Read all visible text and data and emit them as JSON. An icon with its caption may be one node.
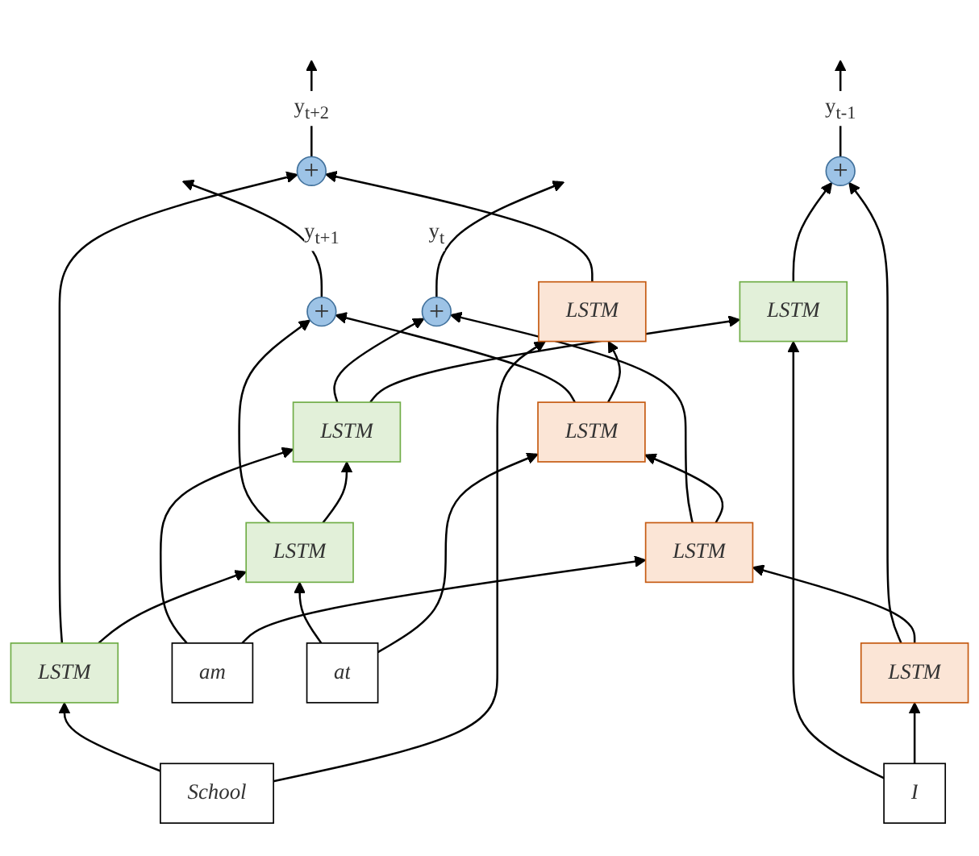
{
  "diagram": {
    "nodes": [
      {
        "text": [
          "+"
        ],
        "beside": [
          "y$_{t-1}$"
        ]
      },
      {
        "text": [
          "+"
        ],
        "beside": [
          "y$_{t}$"
        ]
      },
      {
        "text": [
          "+"
        ],
        "beside": [
          "y$_{t+1}$"
        ]
      },
      {
        "text": [
          "+"
        ],
        "beside": [
          "y$_{t+2}$"
        ]
      },
      {
        "text": [
          "LSTM"
        ]
      },
      {
        "text": [
          "LSTM"
        ]
      },
      {
        "text": [
          "LSTM"
        ]
      },
      {
        "text": [
          "LSTM"
        ]
      },
      {
        "text": [
          "LSTM"
        ]
      },
      {
        "text": [
          "LSTM"
        ]
      },
      {
        "text": [
          "LSTM"
        ]
      },
      {
        "text": [
          "LSTM"
        ]
      },
      {
        "text": [
          "I"
        ]
      },
      {
        "text": [
          "am"
        ]
      },
      {
        "text": [
          "at"
        ]
      },
      {
        "text": [
          "School"
        ]
      }
    ],
    "edges": [
      {
        "from": 12,
        "to": 8,
        "arrow": "to"
      },
      {
        "from": 13,
        "to": 9,
        "arrow": "to"
      },
      {
        "from": 14,
        "to": 10,
        "arrow": "to"
      },
      {
        "from": 15,
        "to": 11,
        "arrow": "to"
      },
      {
        "from": 12,
        "to": 4,
        "arrow": "to"
      },
      {
        "from": 13,
        "to": 5,
        "arrow": "to"
      },
      {
        "from": 14,
        "to": 6,
        "arrow": "to"
      },
      {
        "from": 15,
        "to": 7,
        "arrow": "to"
      },
      {
        "from": 8,
        "to": 9,
        "arrow": "to"
      },
      {
        "from": 9,
        "to": 10,
        "arrow": "to"
      },
      {
        "from": 10,
        "to": 11,
        "arrow": "to"
      },
      {
        "from": 7,
        "to": 6,
        "arrow": "to"
      },
      {
        "from": 6,
        "to": 5,
        "arrow": "to"
      },
      {
        "from": 5,
        "to": 4,
        "arrow": "to"
      },
      {
        "from": 8,
        "to": 0,
        "arrow": "to"
      },
      {
        "from": 9,
        "to": 1,
        "arrow": "to"
      },
      {
        "from": 10,
        "to": 2,
        "arrow": "to"
      },
      {
        "from": 11,
        "to": 3,
        "arrow": "to"
      },
      {
        "from": 4,
        "to": 0,
        "arrow": "to"
      },
      {
        "from": 5,
        "to": 1,
        "arrow": "to"
      },
      {
        "from": 6,
        "to": 2,
        "arrow": "to"
      },
      {
        "from": 7,
        "to": 3,
        "arrow": "to"
      },
      {
        "from": 0,
        "to": null,
        "arrow": "to"
      },
      {
        "from": 1,
        "to": null,
        "arrow": "to"
      },
      {
        "from": 2,
        "to": null,
        "arrow": "to"
      },
      {
        "from": 3,
        "to": null,
        "arrow": "to"
      }
    ]
  }
}
